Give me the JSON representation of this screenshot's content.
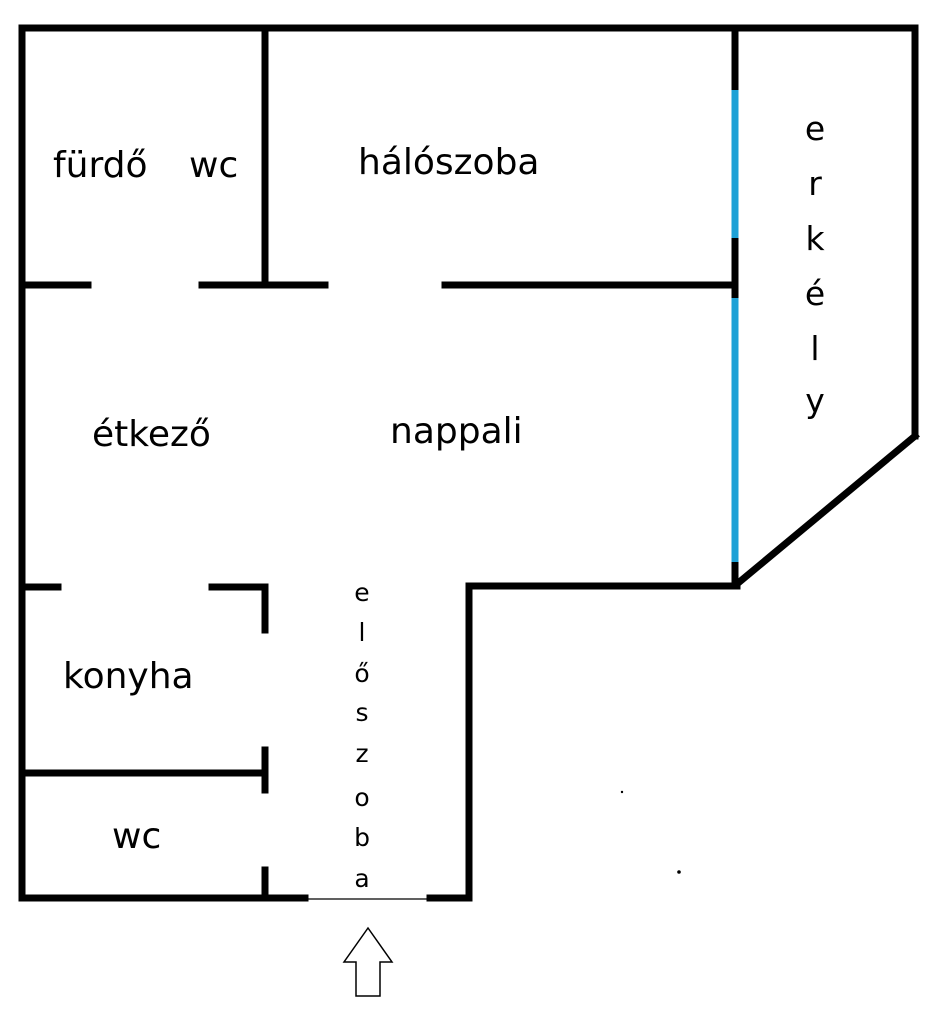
{
  "rooms": {
    "furdo": "fürdő",
    "wc_top": "wc",
    "haloszoba": "hálószoba",
    "etkezo": "étkező",
    "nappali": "nappali",
    "konyha": "konyha",
    "wc_bottom": "wc"
  },
  "balcony": {
    "letters": [
      "e",
      "r",
      "k",
      "é",
      "l",
      "y"
    ]
  },
  "hallway": {
    "letters": [
      "e",
      "l",
      "ő",
      "s",
      "z",
      "o",
      "b",
      "a"
    ]
  },
  "colors": {
    "wall": "#000000",
    "window": "#1ea1d6",
    "background": "#ffffff"
  },
  "icons": {
    "entrance": "up-arrow-icon"
  }
}
